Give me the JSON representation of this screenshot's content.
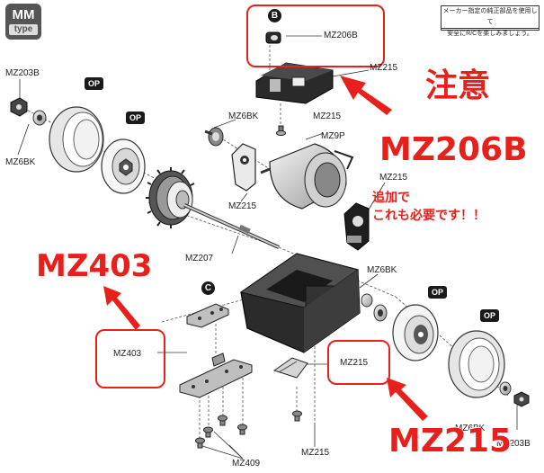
{
  "badge": {
    "mm": "MM",
    "type": "type"
  },
  "notice": {
    "line1": "メーカー指定の純正部品を使用して",
    "line2": "安全にR/Cを楽しみましょう。"
  },
  "markers": {
    "b": "B",
    "c": "C",
    "op": "OP"
  },
  "labels": {
    "mz206b": "MZ206B",
    "mz215_a": "MZ215",
    "mz215_b": "MZ215",
    "mz215_c": "MZ215",
    "mz215_d": "MZ215",
    "mz215_e": "MZ215",
    "mz215_f": "MZ215",
    "mz6bk_a": "MZ6BK",
    "mz6bk_b": "MZ6BK",
    "mz6bk_c": "MZ6BK",
    "mz6bk_d": "MZ6BK",
    "mz203b_a": "MZ203B",
    "mz203b_b": "MZ203B",
    "mz9p": "MZ9P",
    "mz207": "MZ207",
    "mz403": "MZ403",
    "mz409": "MZ409"
  },
  "annotations": {
    "caution": "注意",
    "big_mz206b": "MZ206B",
    "extra_line1": "追加で",
    "extra_line2": "これも必要です！！",
    "big_mz403": "MZ403",
    "big_mz215": "MZ215"
  },
  "colors": {
    "accent_red": "#e8201c",
    "line": "#333333"
  }
}
